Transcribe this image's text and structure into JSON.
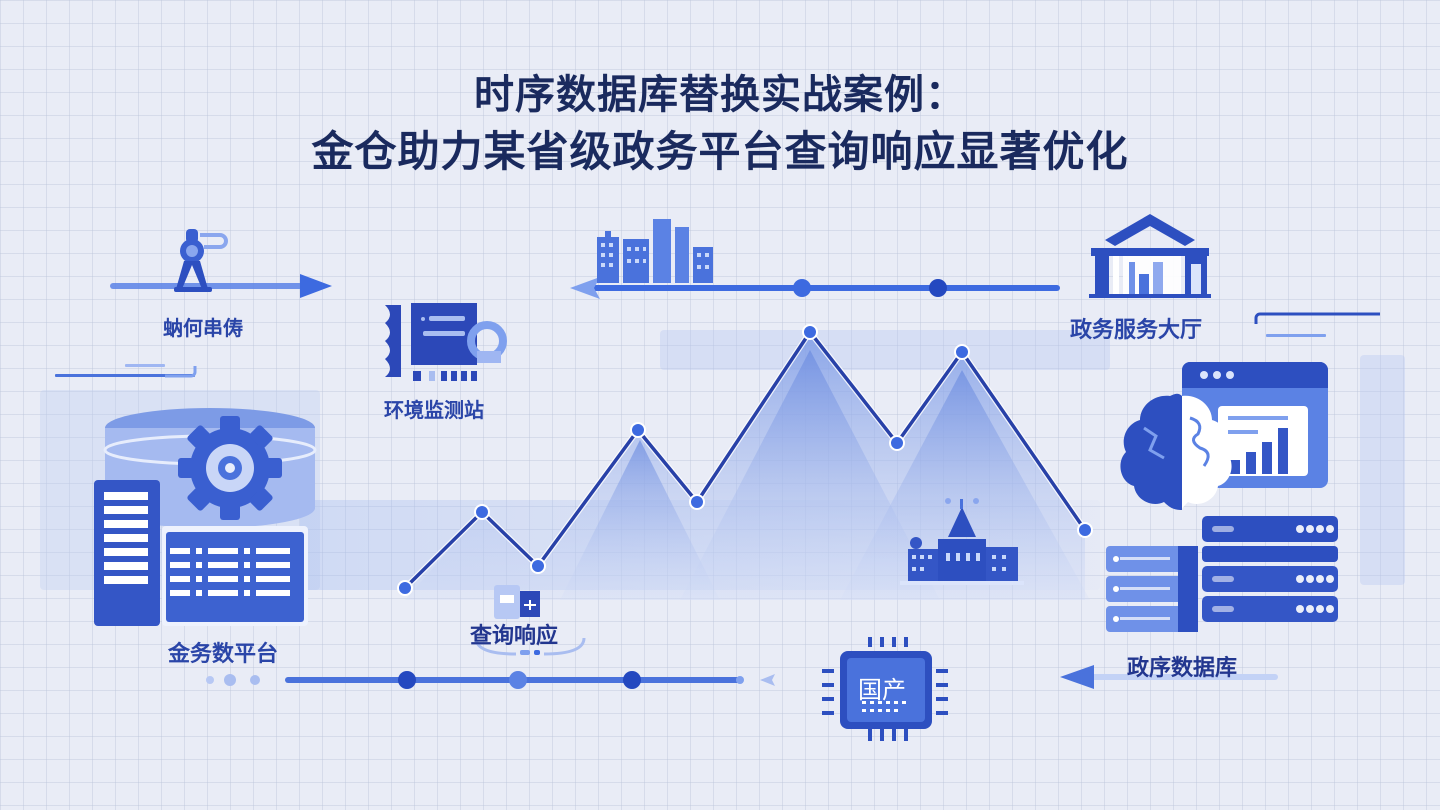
{
  "title": {
    "line1": "时序数据库替换实战案例：",
    "line2": "金仓助力某省级政务平台查询响应显著优化"
  },
  "nodes": {
    "camera": {
      "label": "蚋何串俦",
      "icon": "surveillance-camera-icon"
    },
    "environment_station": {
      "label": "环境监测站",
      "icon": "monitoring-station-icon"
    },
    "city_buildings": {
      "icon": "city-buildings-icon"
    },
    "service_hall": {
      "label": "政务服务大厅",
      "icon": "government-building-icon"
    },
    "business_platform": {
      "label": "金务数平台",
      "icon": "database-gear-icon"
    },
    "query_response": {
      "label": "查询响应",
      "icon": "query-window-icon"
    },
    "capitol": {
      "icon": "capitol-building-icon"
    },
    "chip": {
      "label": "国产",
      "icon": "chip-icon"
    },
    "timeseries_db": {
      "label": "政序数据库",
      "icon": "ai-brain-server-icon"
    }
  },
  "chart_data": {
    "type": "line",
    "title": "",
    "xlabel": "",
    "ylabel": "",
    "x": [
      1,
      2,
      3,
      4,
      5,
      6,
      7,
      8,
      9
    ],
    "values": [
      20,
      56,
      30,
      78,
      45,
      96,
      66,
      91,
      41
    ],
    "ylim": [
      0,
      100
    ],
    "grid": true,
    "note": "Decorative zigzag trend line with filled mountain area, no axes or tick labels"
  },
  "colors": {
    "background": "#e9ecf6",
    "title": "#1a2a5e",
    "primary": "#2b4bbd",
    "accent": "#3d6ae0",
    "light": "#a9bdf0"
  }
}
